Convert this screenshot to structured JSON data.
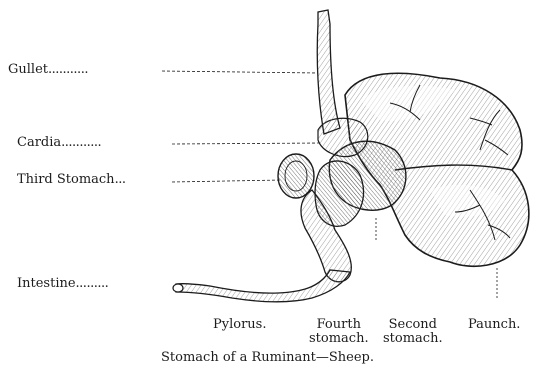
{
  "labels": {
    "gullet": "Gullet",
    "gullet_dots": "...........",
    "cardia": "Cardia",
    "cardia_dots": "...........",
    "third_stomach": "Third Stomach",
    "third_stomach_dots": "...",
    "intestine": "Intestine",
    "intestine_dots": "........."
  },
  "bottom_labels": {
    "pylorus": "Pylorus.",
    "fourth_stomach_line1": "Fourth",
    "fourth_stomach_line2": "stomach.",
    "second_stomach_line1": "Second",
    "second_stomach_line2": "stomach.",
    "paunch": "Paunch."
  },
  "caption": "Stomach of a Ruminant—Sheep.",
  "colors": {
    "ink": "#1c1c1c",
    "shade": "#cfcfcf",
    "background": "#ffffff"
  }
}
